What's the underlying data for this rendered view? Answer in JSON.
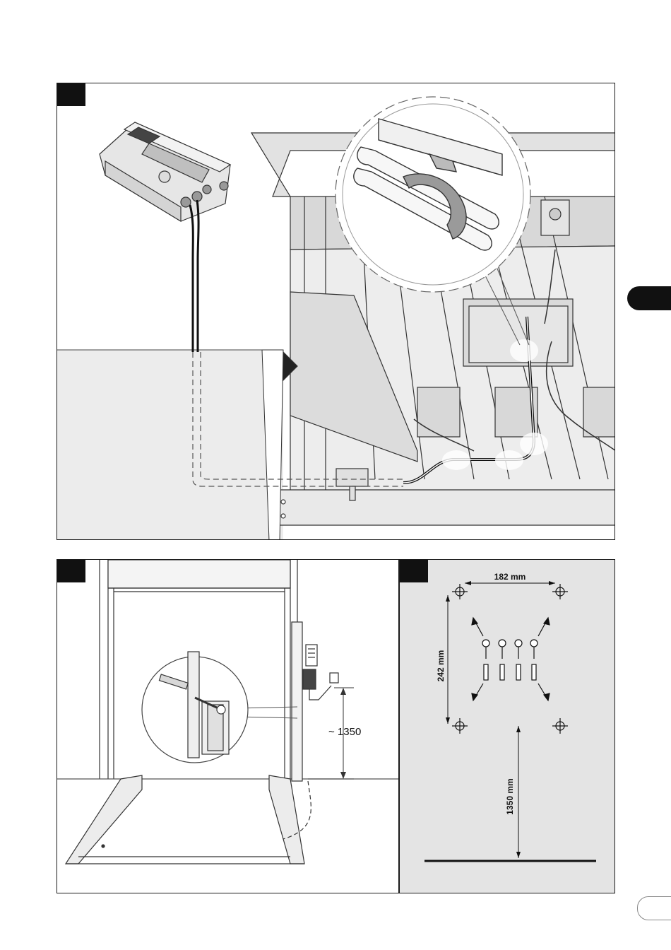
{
  "figure_main": {
    "badge_label": "",
    "description_icons": [
      "control-box-icon",
      "cable-clip-icon",
      "dock-leveler-icon"
    ]
  },
  "figure_mount": {
    "height_label": "~ 1350"
  },
  "figure_drill": {
    "width_label": "182 mm",
    "height_label": "242 mm",
    "floor_height_label": "1350 mm"
  },
  "colors": {
    "panel_border": "#1a1a1a",
    "badge": "#111111",
    "drill_background": "#e4e4e4",
    "floor": "#ececec"
  }
}
